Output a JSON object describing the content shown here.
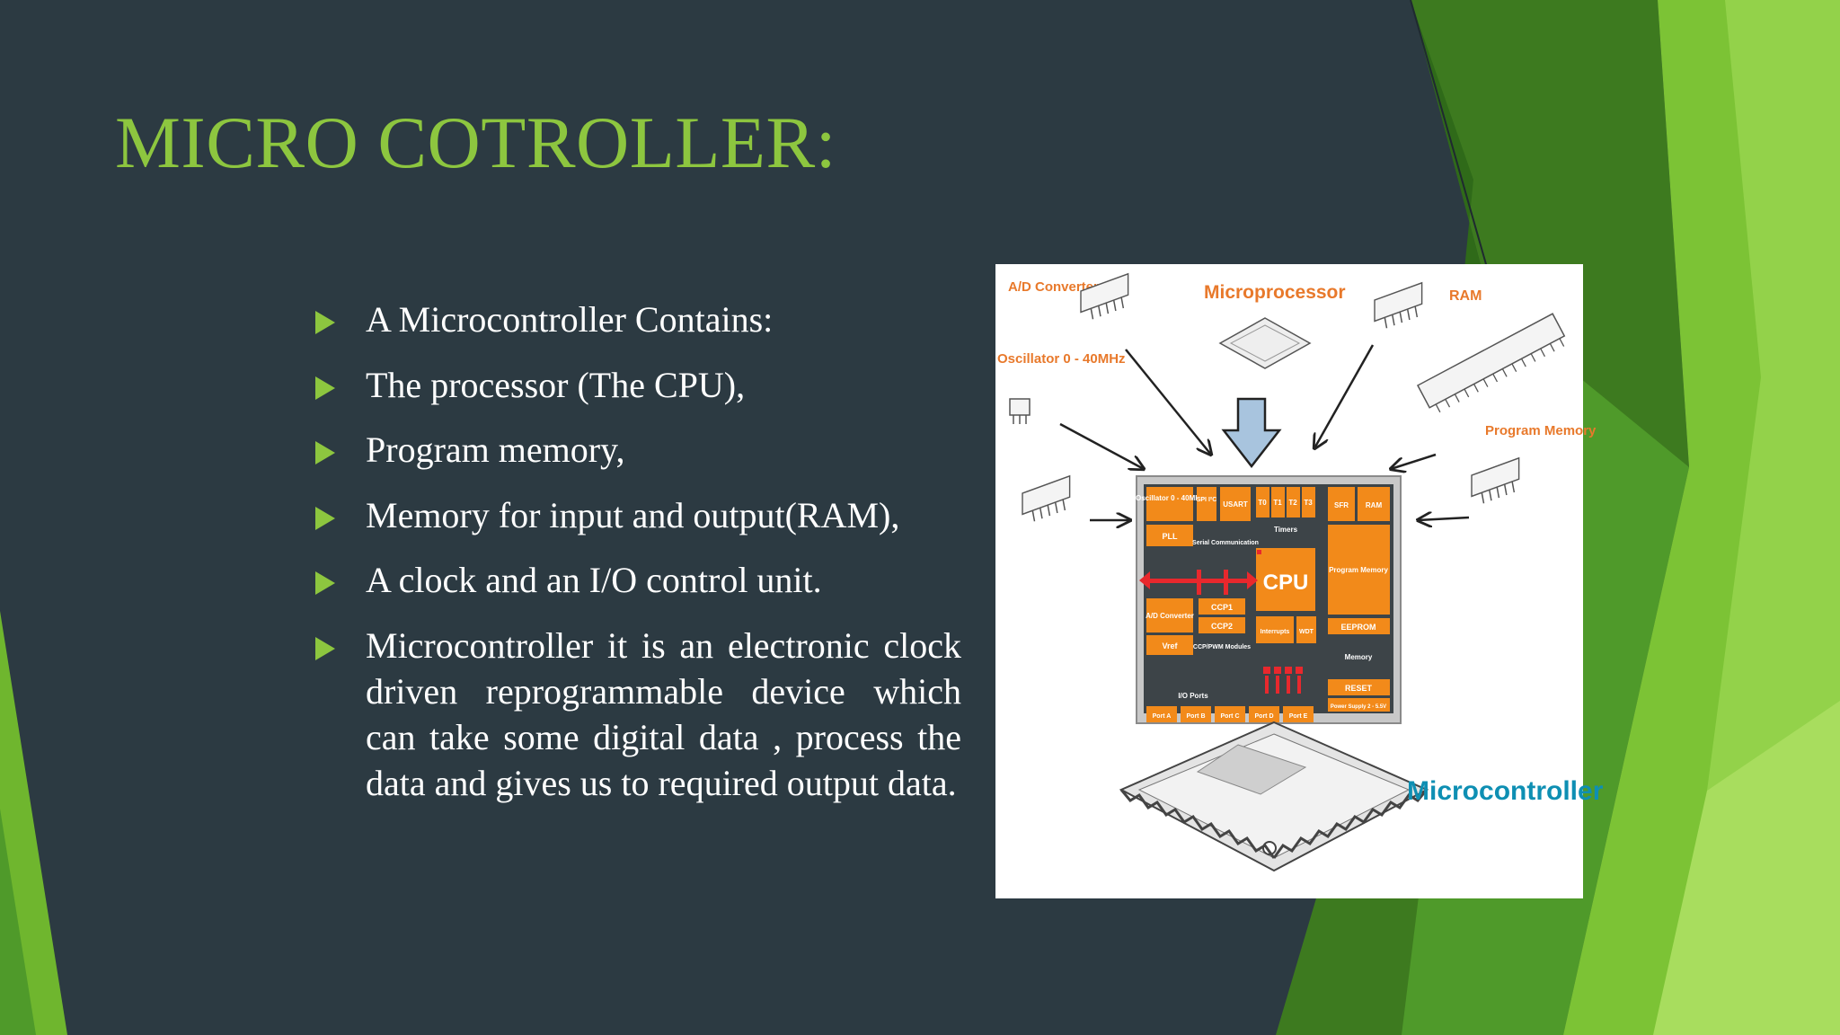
{
  "slide": {
    "title": "MICRO COTROLLER:",
    "bullets": [
      "A Microcontroller Contains:",
      "The processor (The CPU),",
      "Program memory,",
      "Memory for input and output(RAM),",
      "A clock and an I/O control unit.",
      "Microcontroller it is an electronic clock driven reprogrammable device which can take some digital data , process the data  and gives us to required output data."
    ]
  },
  "diagram": {
    "labels": {
      "ad_converter": "A/D Converter",
      "microprocessor": "Microprocessor",
      "ram": "RAM",
      "oscillator": "Oscillator 0 - 40MHz",
      "program_memory": "Program Memory",
      "microcontroller": "Microcontroller"
    },
    "chip_blocks": {
      "oscillator": "Oscillator 0 - 40MHz",
      "pll": "PLL",
      "spi": "SPI I²C",
      "usart": "USART",
      "serial": "Serial Communication",
      "t0": "T0",
      "t1": "T1",
      "t2": "T2",
      "t3": "T3",
      "timers": "Timers",
      "sfr": "SFR",
      "ram": "RAM",
      "program_memory": "Program Memory",
      "cpu": "CPU",
      "ad": "A/D Converter",
      "vref": "Vref",
      "ccp1": "CCP1",
      "ccp2": "CCP2",
      "ccp_pwm": "CCP/PWM Modules",
      "interrupts": "Interrupts",
      "wdt": "WDT",
      "eeprom": "EEPROM",
      "memory": "Memory",
      "io_ports": "I/O Ports",
      "reset": "RESET",
      "power": "Power Supply 2 - 5.5V",
      "ports": [
        "Port A",
        "Port B",
        "Port C",
        "Port D",
        "Port E"
      ]
    },
    "colors": {
      "orange": "#f28a1a",
      "red": "#e8282d",
      "heading_orange": "#e8792b",
      "teal": "#0e8fb3"
    }
  },
  "colors": {
    "background": "#2c3a42",
    "accent": "#8dc63f"
  }
}
